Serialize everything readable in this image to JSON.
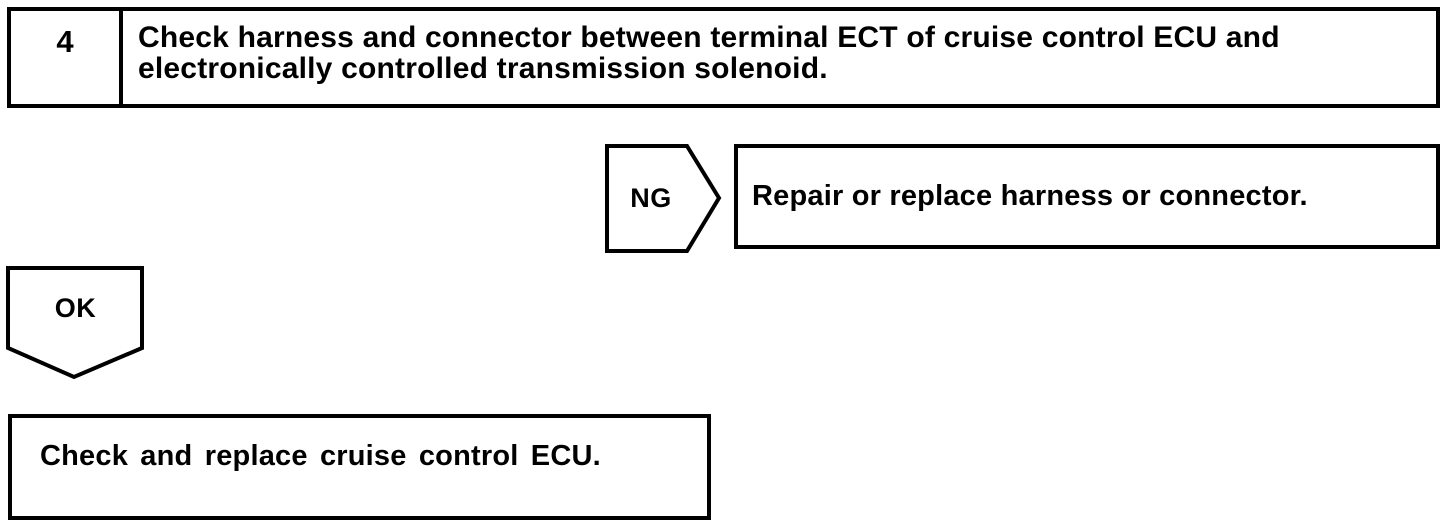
{
  "flowchart": {
    "step": {
      "number": "4",
      "instruction": "Check harness and connector between terminal ECT of cruise control ECU and\nelectronically controlled transmission solenoid."
    },
    "ng_branch": {
      "label": "NG",
      "action": "Repair or replace harness or connector."
    },
    "ok_branch": {
      "label": "OK",
      "action": "Check and replace cruise control ECU."
    },
    "colors": {
      "line": "#000000",
      "background": "#ffffff"
    }
  }
}
